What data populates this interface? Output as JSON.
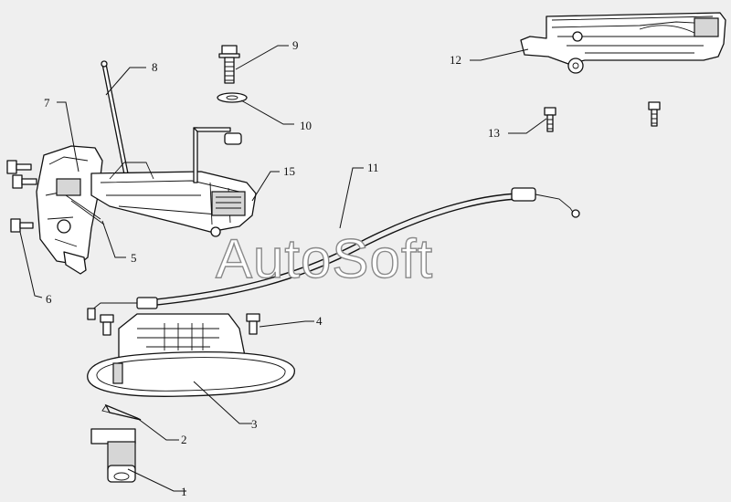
{
  "watermark": {
    "text": "AutoSoft"
  },
  "callouts": [
    {
      "id": "1",
      "label": "1"
    },
    {
      "id": "2",
      "label": "2"
    },
    {
      "id": "3",
      "label": "3"
    },
    {
      "id": "4",
      "label": "4"
    },
    {
      "id": "5",
      "label": "5"
    },
    {
      "id": "6",
      "label": "6"
    },
    {
      "id": "7",
      "label": "7"
    },
    {
      "id": "8",
      "label": "8"
    },
    {
      "id": "9",
      "label": "9"
    },
    {
      "id": "10",
      "label": "10"
    },
    {
      "id": "11",
      "label": "11"
    },
    {
      "id": "12",
      "label": "12"
    },
    {
      "id": "13",
      "label": "13"
    },
    {
      "id": "15",
      "label": "15"
    }
  ]
}
